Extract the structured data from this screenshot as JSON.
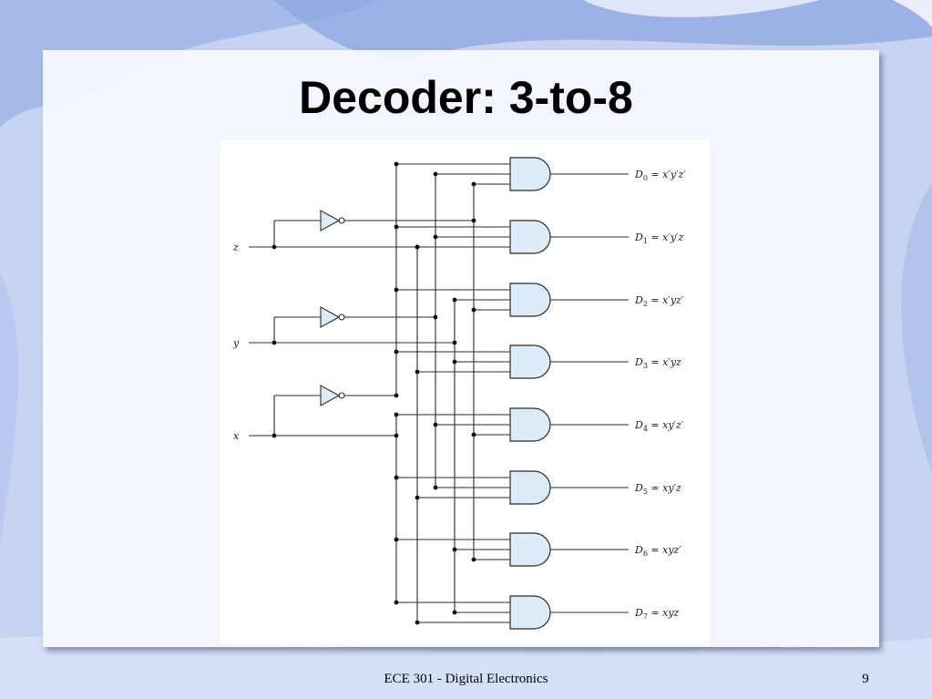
{
  "slide": {
    "title": "Decoder: 3-to-8",
    "footer": "ECE 301 - Digital Electronics",
    "page_number": "9"
  },
  "diagram": {
    "inputs": [
      "z",
      "y",
      "x"
    ],
    "outputs": [
      {
        "name": "D",
        "sub": "0",
        "expr": " = x′y′z′"
      },
      {
        "name": "D",
        "sub": "1",
        "expr": " = x′y′z"
      },
      {
        "name": "D",
        "sub": "2",
        "expr": " = x′yz′"
      },
      {
        "name": "D",
        "sub": "3",
        "expr": " = x′yz"
      },
      {
        "name": "D",
        "sub": "4",
        "expr": " = xy′z′"
      },
      {
        "name": "D",
        "sub": "5",
        "expr": " = xy′z"
      },
      {
        "name": "D",
        "sub": "6",
        "expr": " = xyz′"
      },
      {
        "name": "D",
        "sub": "7",
        "expr": " = xyz"
      }
    ]
  },
  "colors": {
    "gate_fill": "#dcecf8",
    "wire": "#2b2b2b"
  }
}
